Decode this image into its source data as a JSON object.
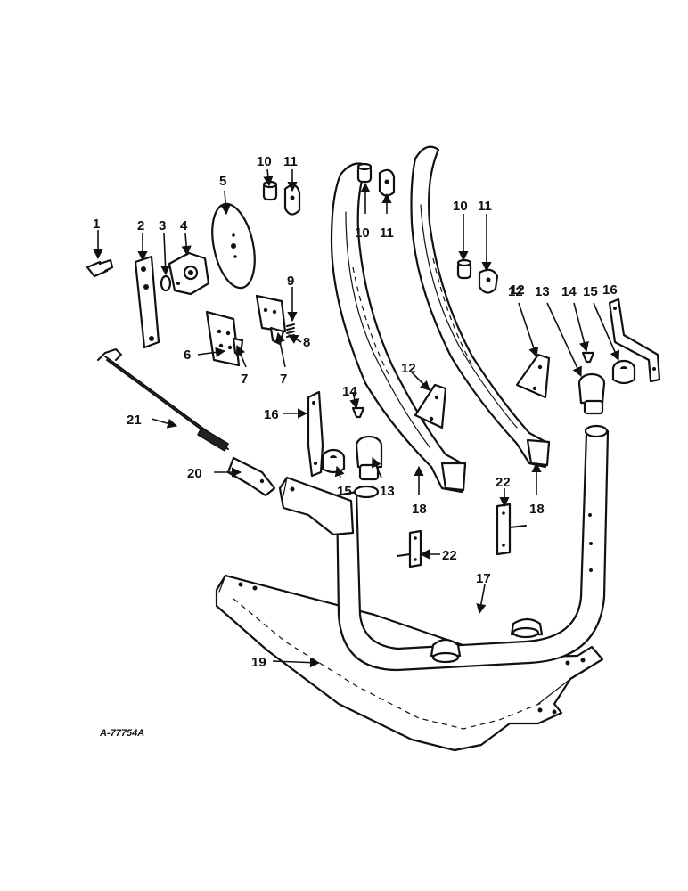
{
  "callouts": [
    "1",
    "2",
    "3",
    "4",
    "5",
    "6",
    "7",
    "7",
    "8",
    "9",
    "10",
    "11",
    "10",
    "11",
    "10",
    "11",
    "12",
    "12",
    "13",
    "14",
    "15",
    "16",
    "12",
    "13",
    "14",
    "15",
    "16",
    "17",
    "18",
    "18",
    "19",
    "20",
    "21",
    "22",
    "22"
  ],
  "reference": "A-77754A"
}
